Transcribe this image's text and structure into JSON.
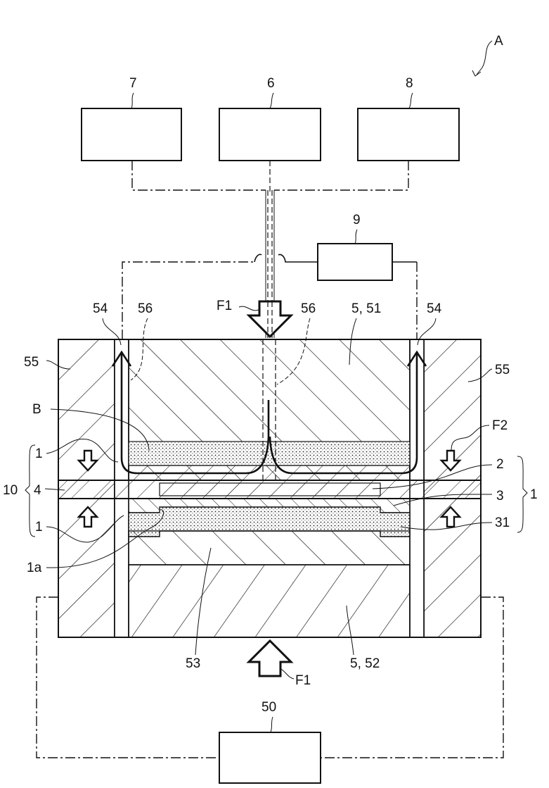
{
  "figure": {
    "assembly_label": "A",
    "top_boxes": [
      {
        "id": "7",
        "label": "7"
      },
      {
        "id": "6",
        "label": "6"
      },
      {
        "id": "8",
        "label": "8"
      }
    ],
    "box_9_label": "9",
    "box_50_label": "50",
    "labels": {
      "F1_top": "F1",
      "F1_bottom": "F1",
      "F2": "F2",
      "p54_left": "54",
      "p54_right": "54",
      "p56_left": "56",
      "p56_right": "56",
      "p5_51": "5, 51",
      "p5_52": "5, 52",
      "p55_left": "55",
      "p55_right": "55",
      "B": "B",
      "p1_upper": "1",
      "p1_lower": "1",
      "p1_right": "1",
      "p10": "10",
      "p4": "4",
      "p2": "2",
      "p3": "3",
      "p31": "31",
      "p1a": "1a",
      "p53": "53"
    },
    "colors": {
      "line": "#111111",
      "background": "#ffffff"
    }
  }
}
